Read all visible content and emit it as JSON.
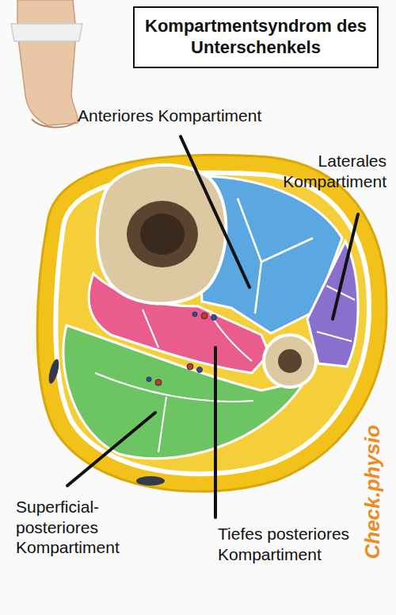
{
  "diagram": {
    "title": "Kompartmentsyndrom des Unterschenkels",
    "labels": [
      "Anteriores Kompartiment",
      "Laterales Kompartiment",
      "Superficial-posteriores Kompartiment",
      "Tiefes posteriores Kompartiment",
      "Check.physio"
    ]
  }
}
